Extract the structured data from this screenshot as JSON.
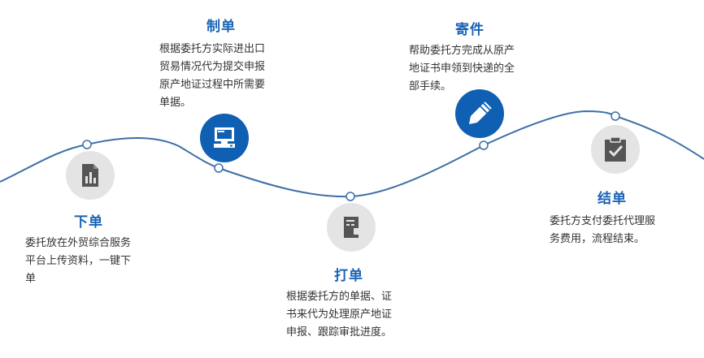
{
  "colors": {
    "wave": "#3d6fa6",
    "accent": "#0f5fb3",
    "title": "#1a63b5",
    "gray_circle": "#e4e4e4",
    "gray_icon": "#555555"
  },
  "steps": [
    {
      "title": "下单",
      "description": "委托放在外贸综合服务\n平台上传资料，一键下\n单",
      "icon": "document-chart-icon"
    },
    {
      "title": "制单",
      "description": "根据委托方实际进出口\n贸易情况代为提交申报\n原产地证过程中所需要\n单据。",
      "icon": "computer-icon"
    },
    {
      "title": "打单",
      "description": "根据委托方的单据、证\n书来代为处理原产地证\n申报、跟踪审批进度。",
      "icon": "printer-icon"
    },
    {
      "title": "寄件",
      "description": "帮助委托方完成从原产\n地证书申领到快递的全\n部手续。",
      "icon": "pen-icon"
    },
    {
      "title": "结单",
      "description": "委托方支付委托代理服\n务费用，流程结束。",
      "icon": "clipboard-check-icon"
    }
  ]
}
